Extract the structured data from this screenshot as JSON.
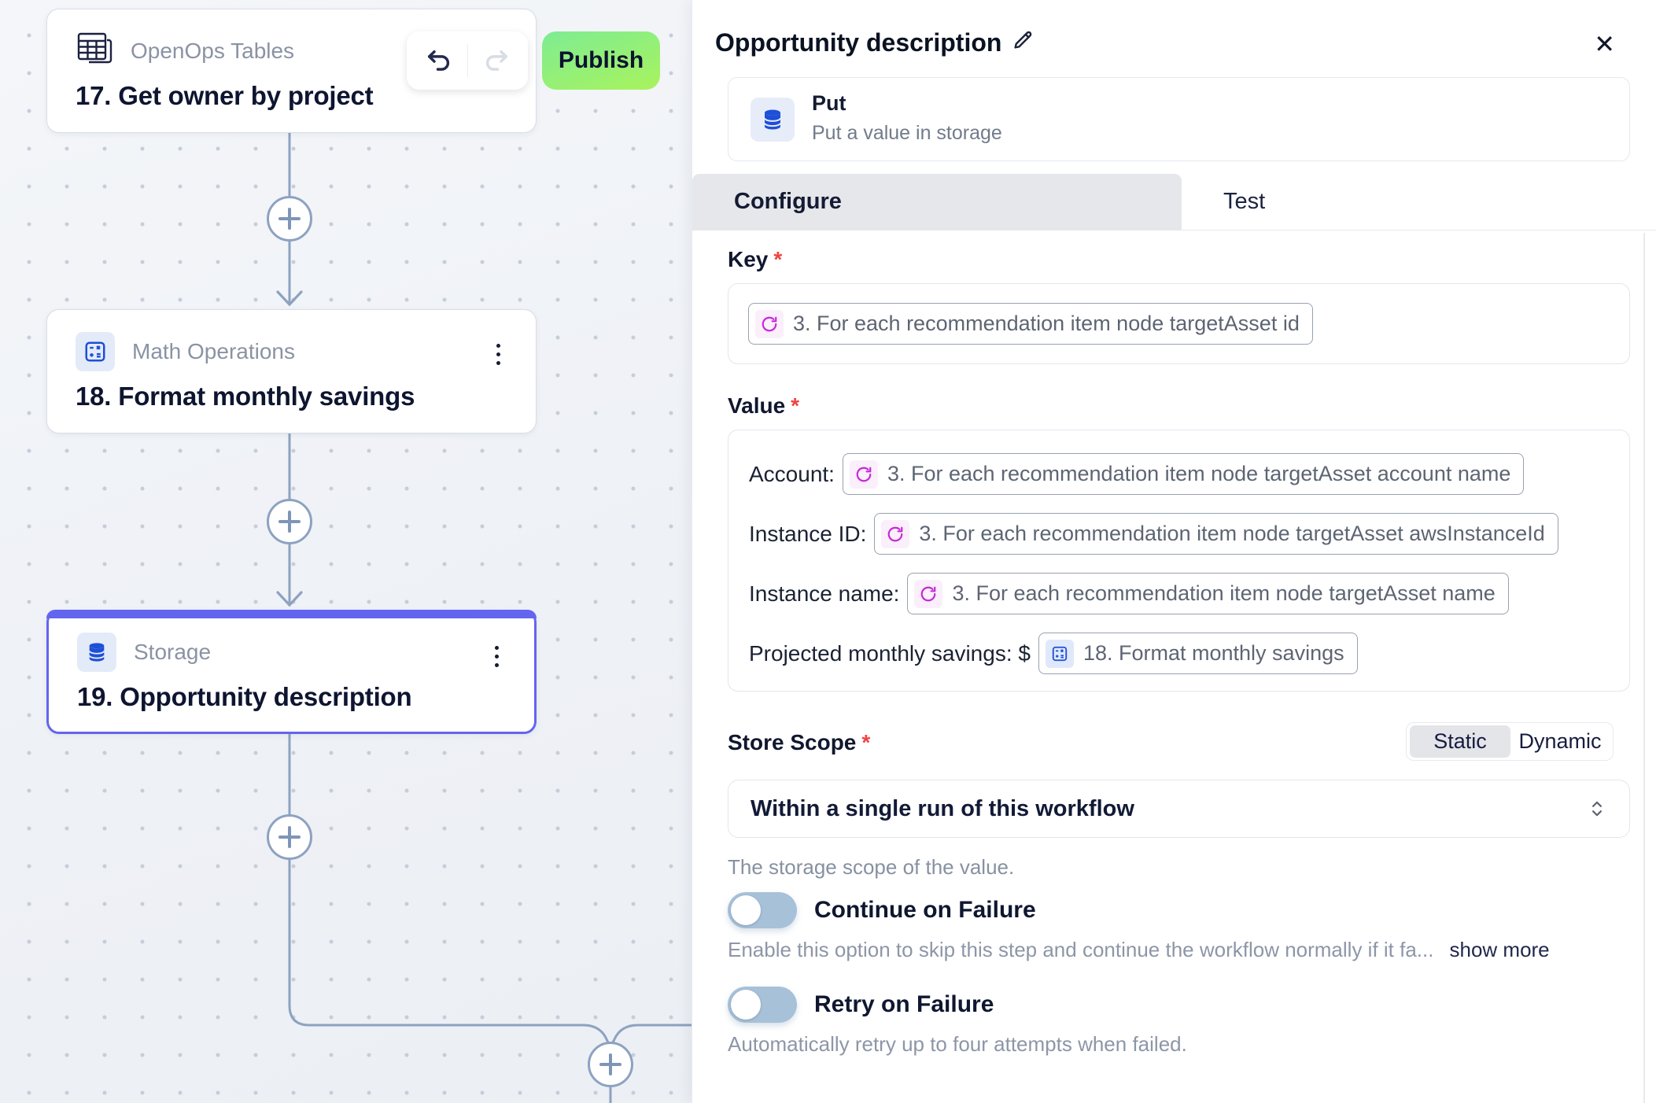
{
  "canvas": {
    "publish_label": "Publish",
    "nodes": [
      {
        "app": "OpenOps Tables",
        "title": "17. Get owner by project",
        "icon": "tables-icon"
      },
      {
        "app": "Math Operations",
        "title": "18. Format monthly savings",
        "icon": "calculator-icon"
      },
      {
        "app": "Storage",
        "title": "19. Opportunity description",
        "icon": "database-icon",
        "selected": true
      }
    ]
  },
  "panel": {
    "title": "Opportunity description",
    "close_label": "✕",
    "required_marker": "*",
    "action": {
      "name": "Put",
      "description": "Put a value in storage"
    },
    "tabs": [
      {
        "label": "Configure",
        "active": true
      },
      {
        "label": "Test",
        "active": false
      }
    ],
    "key_field": {
      "label": "Key",
      "token": {
        "icon": "loop-icon",
        "text": "3. For each recommendation item node targetAsset id"
      }
    },
    "value_field": {
      "label": "Value",
      "rows": [
        {
          "label": "Account:",
          "token": {
            "icon": "loop-icon",
            "text": "3. For each recommendation item node targetAsset account name"
          }
        },
        {
          "label": "Instance ID:",
          "token": {
            "icon": "loop-icon",
            "text": "3. For each recommendation item node targetAsset awsInstanceId"
          }
        },
        {
          "label": "Instance name:",
          "token": {
            "icon": "loop-icon",
            "text": "3. For each recommendation item node targetAsset name"
          }
        },
        {
          "label": "Projected monthly savings: $",
          "token": {
            "icon": "calculator-icon",
            "text": "18. Format monthly savings"
          }
        }
      ]
    },
    "store_scope": {
      "label": "Store Scope",
      "segments": [
        "Static",
        "Dynamic"
      ],
      "selected_segment": "Static",
      "select_value": "Within a single run of this workflow",
      "helper": "The storage scope of the value."
    },
    "continue_on_failure": {
      "label": "Continue on Failure",
      "enabled": false,
      "description": "Enable this option to skip this step and continue the workflow normally if it fa...",
      "show_more_label": "show more"
    },
    "retry_on_failure": {
      "label": "Retry on Failure",
      "enabled": false,
      "description": "Automatically retry up to four attempts when failed."
    }
  },
  "colors": {
    "publish_gradient_top": "#7eec93",
    "publish_gradient_bottom": "#a9f35c",
    "selected_node_border": "#6365ef",
    "icon_blue": "#1d4fd8",
    "token_loop_pink": "#c42ad6",
    "edge_line": "#8da2c0",
    "toggle_off_track": "#a7c1d9",
    "required_red": "#ee4444",
    "active_tab_bg": "#e5e7eb"
  }
}
